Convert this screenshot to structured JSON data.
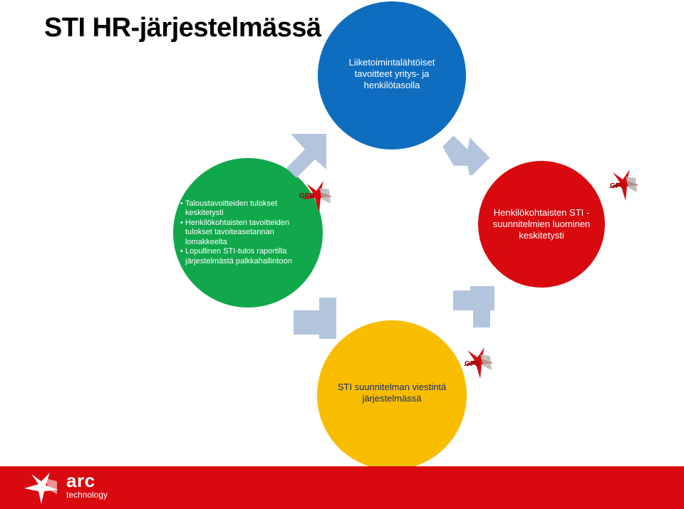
{
  "title": "STI HR-järjestelmässä",
  "circles": {
    "blue": {
      "text": "Liiketoimintalähtöiset tavoitteet yritys- ja henkilötasolla",
      "color": "#0f6dbf"
    },
    "green": {
      "color": "#11a84c",
      "items": [
        "Taloustavoitteiden tulokset keskitetysti",
        "Henkilökohtaisten tavoitteiden tulokset tavoiteasetannan lomakkeelta",
        "Lopullinen STI-tulos raportilla järjestelmästä palkkahallintoon"
      ]
    },
    "red": {
      "text": "Henkilökohtaisten STI -suunnitelmien luominen keskitetysti",
      "color": "#d80a0f"
    },
    "yellow": {
      "text": "STI suunnitelman viestintä järjestelmässä",
      "color": "#f9bd00"
    }
  },
  "gps_label": "GPS",
  "arrow_color": "#b3c4dd",
  "footer": {
    "color": "#d80a0f",
    "logo_name": "arc",
    "logo_sub": "technology"
  }
}
